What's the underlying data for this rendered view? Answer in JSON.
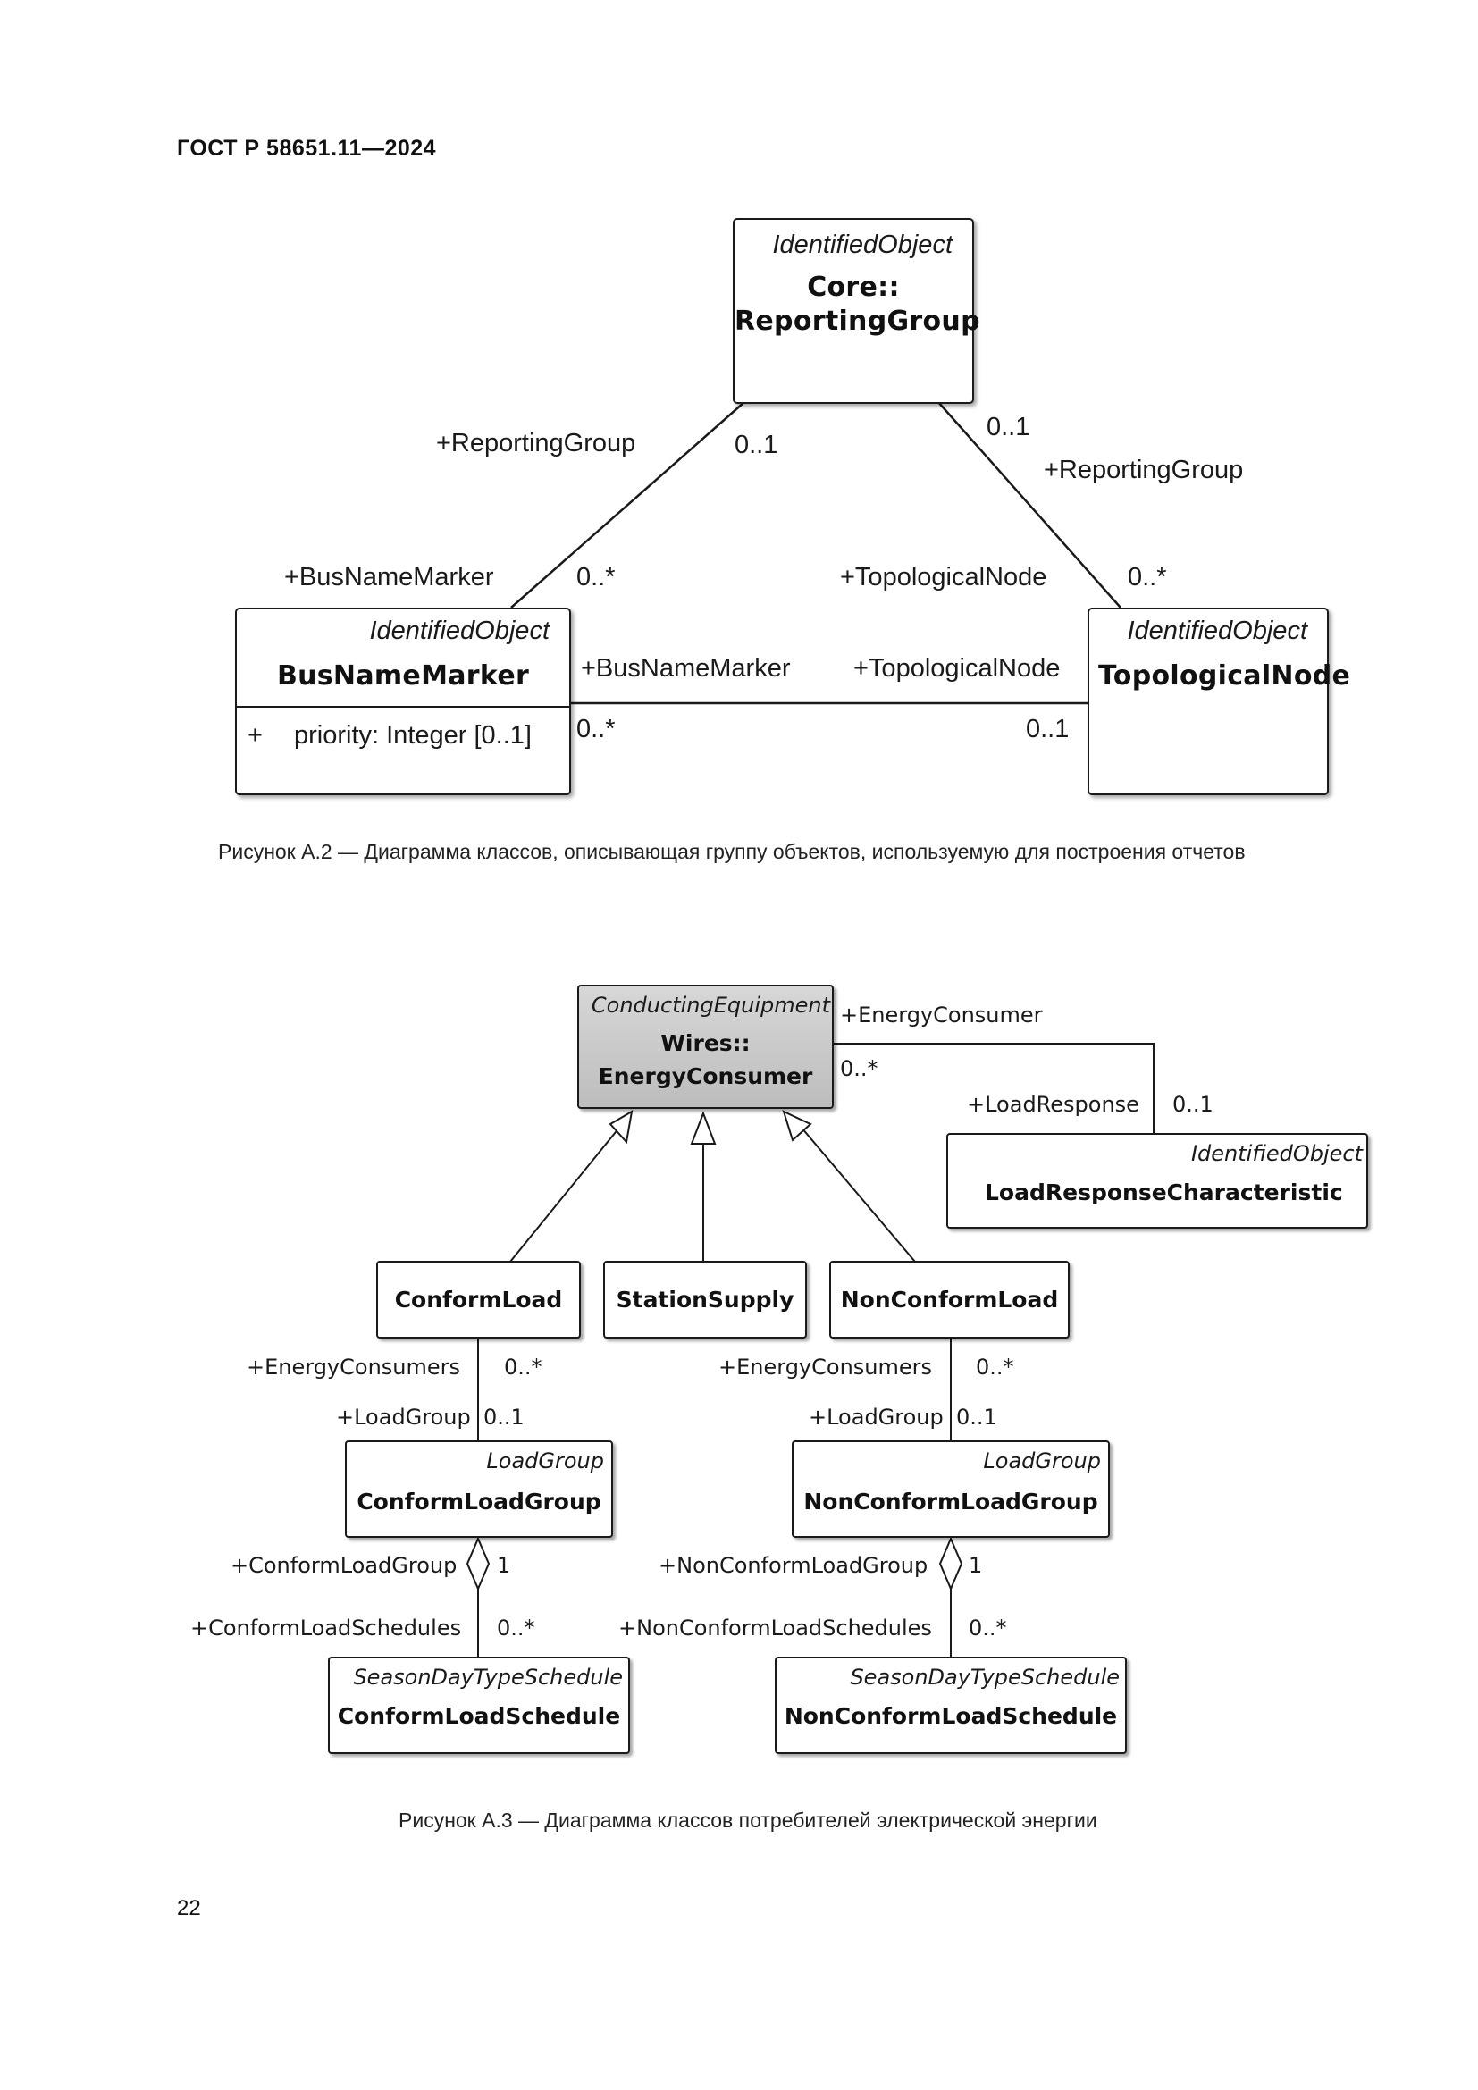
{
  "header": {
    "doc_id": "ГОСТ Р 58651.11—2024"
  },
  "figure_a2": {
    "caption": "Рисунок А.2 — Диаграмма классов, описывающая группу объектов, используемую для построения отчетов",
    "reporting_group": {
      "stereotype": "IdentifiedObject",
      "name_line1": "Core::",
      "name_line2": "ReportingGroup"
    },
    "bus_name_marker": {
      "stereotype": "IdentifiedObject",
      "name": "BusNameMarker",
      "attr_visibility": "+",
      "attr": "priority: Integer [0..1]"
    },
    "topological_node": {
      "stereotype": "IdentifiedObject",
      "name": "TopologicalNode"
    },
    "labels": {
      "rg_left_role": "+ReportingGroup",
      "rg_left_mult": "0..1",
      "rg_right_mult": "0..1",
      "rg_right_role": "+ReportingGroup",
      "bnm_role_top": "+BusNameMarker",
      "bnm_mult_top": "0..*",
      "tn_role_top": "+TopologicalNode",
      "tn_mult_top": "0..*",
      "bnm_role_mid": "+BusNameMarker",
      "tn_role_mid": "+TopologicalNode",
      "bnm_mult_mid": "0..*",
      "tn_mult_mid": "0..1"
    }
  },
  "figure_a3": {
    "caption": "Рисунок А.3 — Диаграмма классов потребителей электрической энергии",
    "energy_consumer": {
      "stereotype": "ConductingEquipment",
      "name_line1": "Wires::",
      "name_line2": "EnergyConsumer"
    },
    "load_response": {
      "stereotype": "IdentifiedObject",
      "name": "LoadResponseCharacteristic"
    },
    "conform_load": {
      "name": "ConformLoad"
    },
    "station_supply": {
      "name": "StationSupply"
    },
    "non_conform_load": {
      "name": "NonConformLoad"
    },
    "conform_load_group": {
      "stereotype": "LoadGroup",
      "name": "ConformLoadGroup"
    },
    "non_conform_load_group": {
      "stereotype": "LoadGroup",
      "name": "NonConformLoadGroup"
    },
    "conform_load_schedule": {
      "stereotype": "SeasonDayTypeSchedule",
      "name": "ConformLoadSchedule"
    },
    "non_conform_load_schedule": {
      "stereotype": "SeasonDayTypeSchedule",
      "name": "NonConformLoadSchedule"
    },
    "labels": {
      "ec_role": "+EnergyConsumer",
      "ec_mult": "0..*",
      "lr_role": "+LoadResponse",
      "lr_mult": "0..1",
      "cl_consumers_role": "+EnergyConsumers",
      "cl_consumers_mult": "0..*",
      "cl_group_role": "+LoadGroup",
      "cl_group_mult": "0..1",
      "ncl_consumers_role": "+EnergyConsumers",
      "ncl_consumers_mult": "0..*",
      "ncl_group_role": "+LoadGroup",
      "ncl_group_mult": "0..1",
      "clg_role": "+ConformLoadGroup",
      "clg_mult": "1",
      "cls_role": "+ConformLoadSchedules",
      "cls_mult": "0..*",
      "nclg_role": "+NonConformLoadGroup",
      "nclg_mult": "1",
      "ncls_role": "+NonConformLoadSchedules",
      "ncls_mult": "0..*"
    }
  },
  "footer": {
    "page_number": "22"
  }
}
